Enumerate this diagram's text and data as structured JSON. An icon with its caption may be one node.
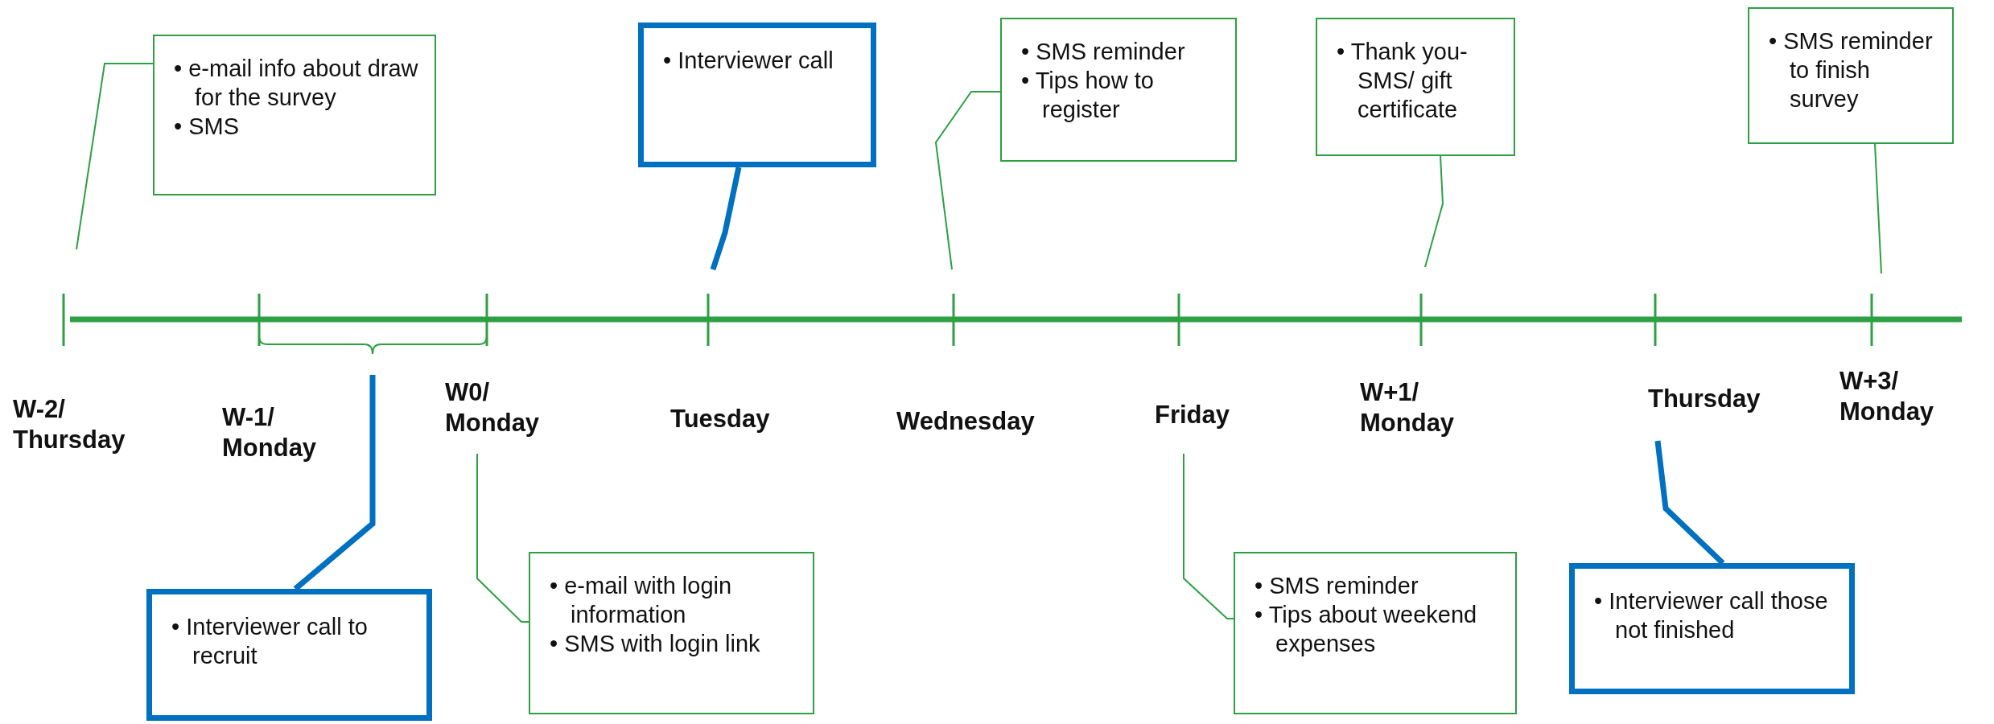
{
  "diagram": {
    "nodes": [
      {
        "text": [
          "• e-mail info about draw for the survey",
          "• SMS"
        ]
      },
      {
        "text": [
          "• Interviewer call"
        ]
      },
      {
        "text": [
          "• SMS reminder",
          "• Tips how to register"
        ]
      },
      {
        "text": [
          "• Thank you-SMS/ gift certificate"
        ]
      },
      {
        "text": [
          "• SMS reminder to finish survey"
        ]
      },
      {
        "text": [
          "• Interviewer call to recruit"
        ]
      },
      {
        "text": [
          "• e-mail with login information",
          "• SMS with login link"
        ]
      },
      {
        "text": [
          "• SMS reminder",
          "• Tips about weekend expenses"
        ]
      },
      {
        "text": [
          "• Interviewer call those not finished"
        ]
      }
    ],
    "edges": [
      {
        "from": 0,
        "to": null,
        "arrow": "none"
      },
      {
        "from": 1,
        "to": null,
        "arrow": "none",
        "style": "thick",
        "color": "#0070c0"
      },
      {
        "from": 2,
        "to": null,
        "arrow": "none"
      },
      {
        "from": 3,
        "to": null,
        "arrow": "none"
      },
      {
        "from": 4,
        "to": null,
        "arrow": "none"
      },
      {
        "from": 5,
        "to": null,
        "arrow": "none",
        "style": "thick",
        "color": "#0070c0"
      },
      {
        "from": 6,
        "to": null,
        "arrow": "none"
      },
      {
        "from": 7,
        "to": null,
        "arrow": "none"
      },
      {
        "from": 8,
        "to": null,
        "arrow": "none",
        "style": "thick",
        "color": "#0070c0"
      }
    ],
    "labels": [
      "W-2/ Thursday",
      "W-1/ Monday",
      "W0/ Monday",
      "Tuesday",
      "Wednesday",
      "Friday",
      "W+1/ Monday",
      "Thursday",
      "W+3/ Monday"
    ]
  }
}
